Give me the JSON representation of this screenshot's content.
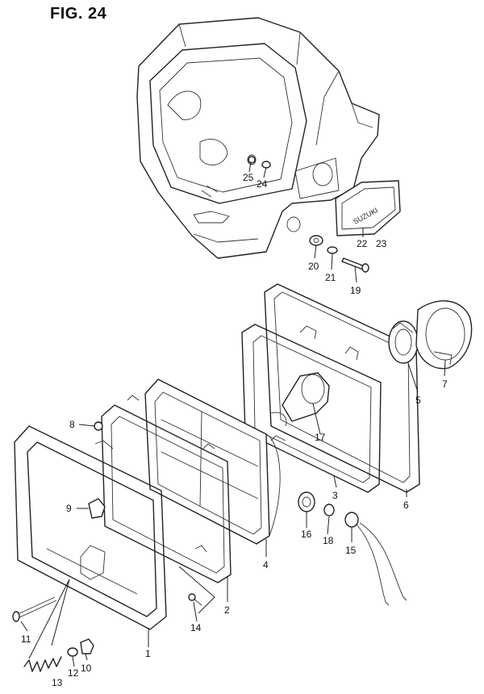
{
  "figure": {
    "title": "FIG. 24"
  },
  "badge": {
    "text": "SUZUKI"
  },
  "callouts": [
    "25",
    "24",
    "22",
    "23",
    "20",
    "21",
    "19",
    "5",
    "7",
    "17",
    "8",
    "3",
    "6",
    "9",
    "16",
    "18",
    "15",
    "4",
    "2",
    "14",
    "11",
    "1",
    "12",
    "10",
    "13"
  ]
}
